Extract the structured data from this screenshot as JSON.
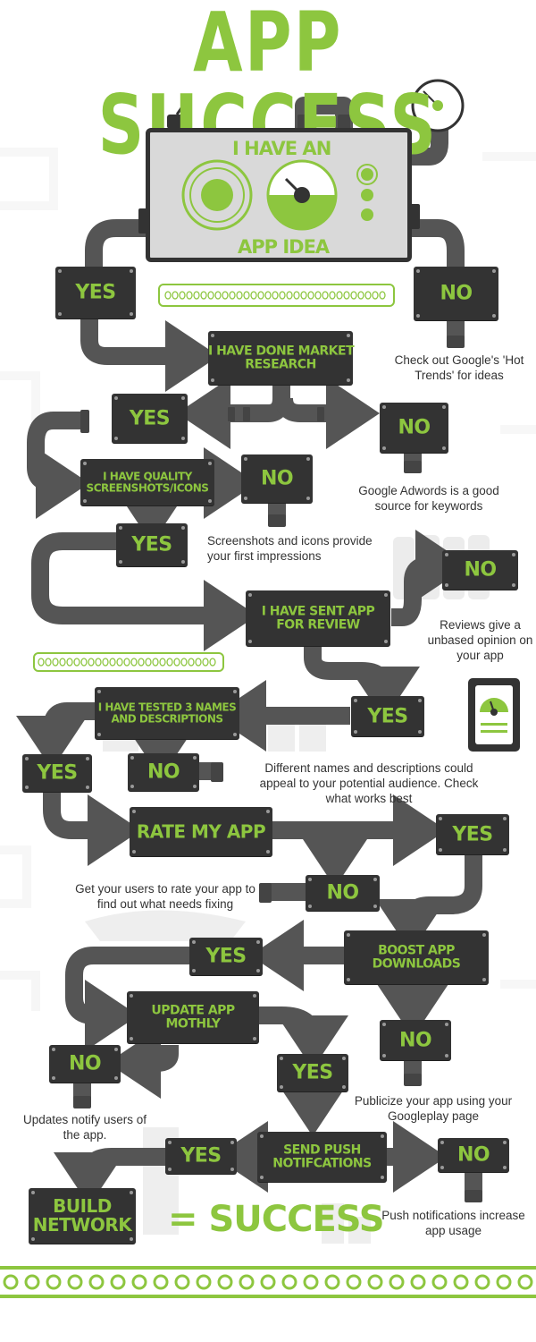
{
  "title": "APP SUCCESS",
  "machine": {
    "line1": "I HAVE AN",
    "line2": "APP IDEA"
  },
  "nodes": {
    "yes1": "YES",
    "no1": "NO",
    "research": "I HAVE DONE MARKET\nRESEARCH",
    "yes2": "YES",
    "no2": "NO",
    "screens": "I HAVE QUALITY\nSCREENSHOTS/ICONS",
    "no3": "NO",
    "yes3": "YES",
    "review": "I HAVE SENT APP\nFOR REVIEW",
    "no4": "NO",
    "yes4": "YES",
    "tested": "I HAVE TESTED 3 NAMES\nAND DESCRIPTIONS",
    "yes5": "YES",
    "no5": "NO",
    "rate": "RATE MY APP",
    "yes6": "YES",
    "no6": "NO",
    "boost": "BOOST APP\nDOWNLOADS",
    "yes7": "YES",
    "no7": "NO",
    "update": "UPDATE APP\nMOTHLY",
    "no8": "NO",
    "yes8": "YES",
    "push": "SEND PUSH\nNOTIFCATIONS",
    "yes9": "YES",
    "no9": "NO",
    "build": "BUILD\nNETWORK"
  },
  "equals": "= SUCCESS",
  "notes": {
    "trends": "Check out Google's 'Hot Trends' for ideas",
    "adwords": "Google Adwords is a good source for keywords",
    "screens": "Screenshots and icons provide your first impressions",
    "reviews": "Reviews give a unbased opinion on your app",
    "names": "Different names and descriptions could appeal to your potential audience. Check what works best",
    "rate": "Get your users to rate your app to find out what needs fixing",
    "googleplay": "Publicize your app using your Googleplay page",
    "updates": "Updates notify users of the app.",
    "push": "Push notifications increase app usage"
  },
  "colors": {
    "green": "#8dc63f",
    "dark": "#333333",
    "pipe": "#555555",
    "panel": "#d9d9d9"
  }
}
